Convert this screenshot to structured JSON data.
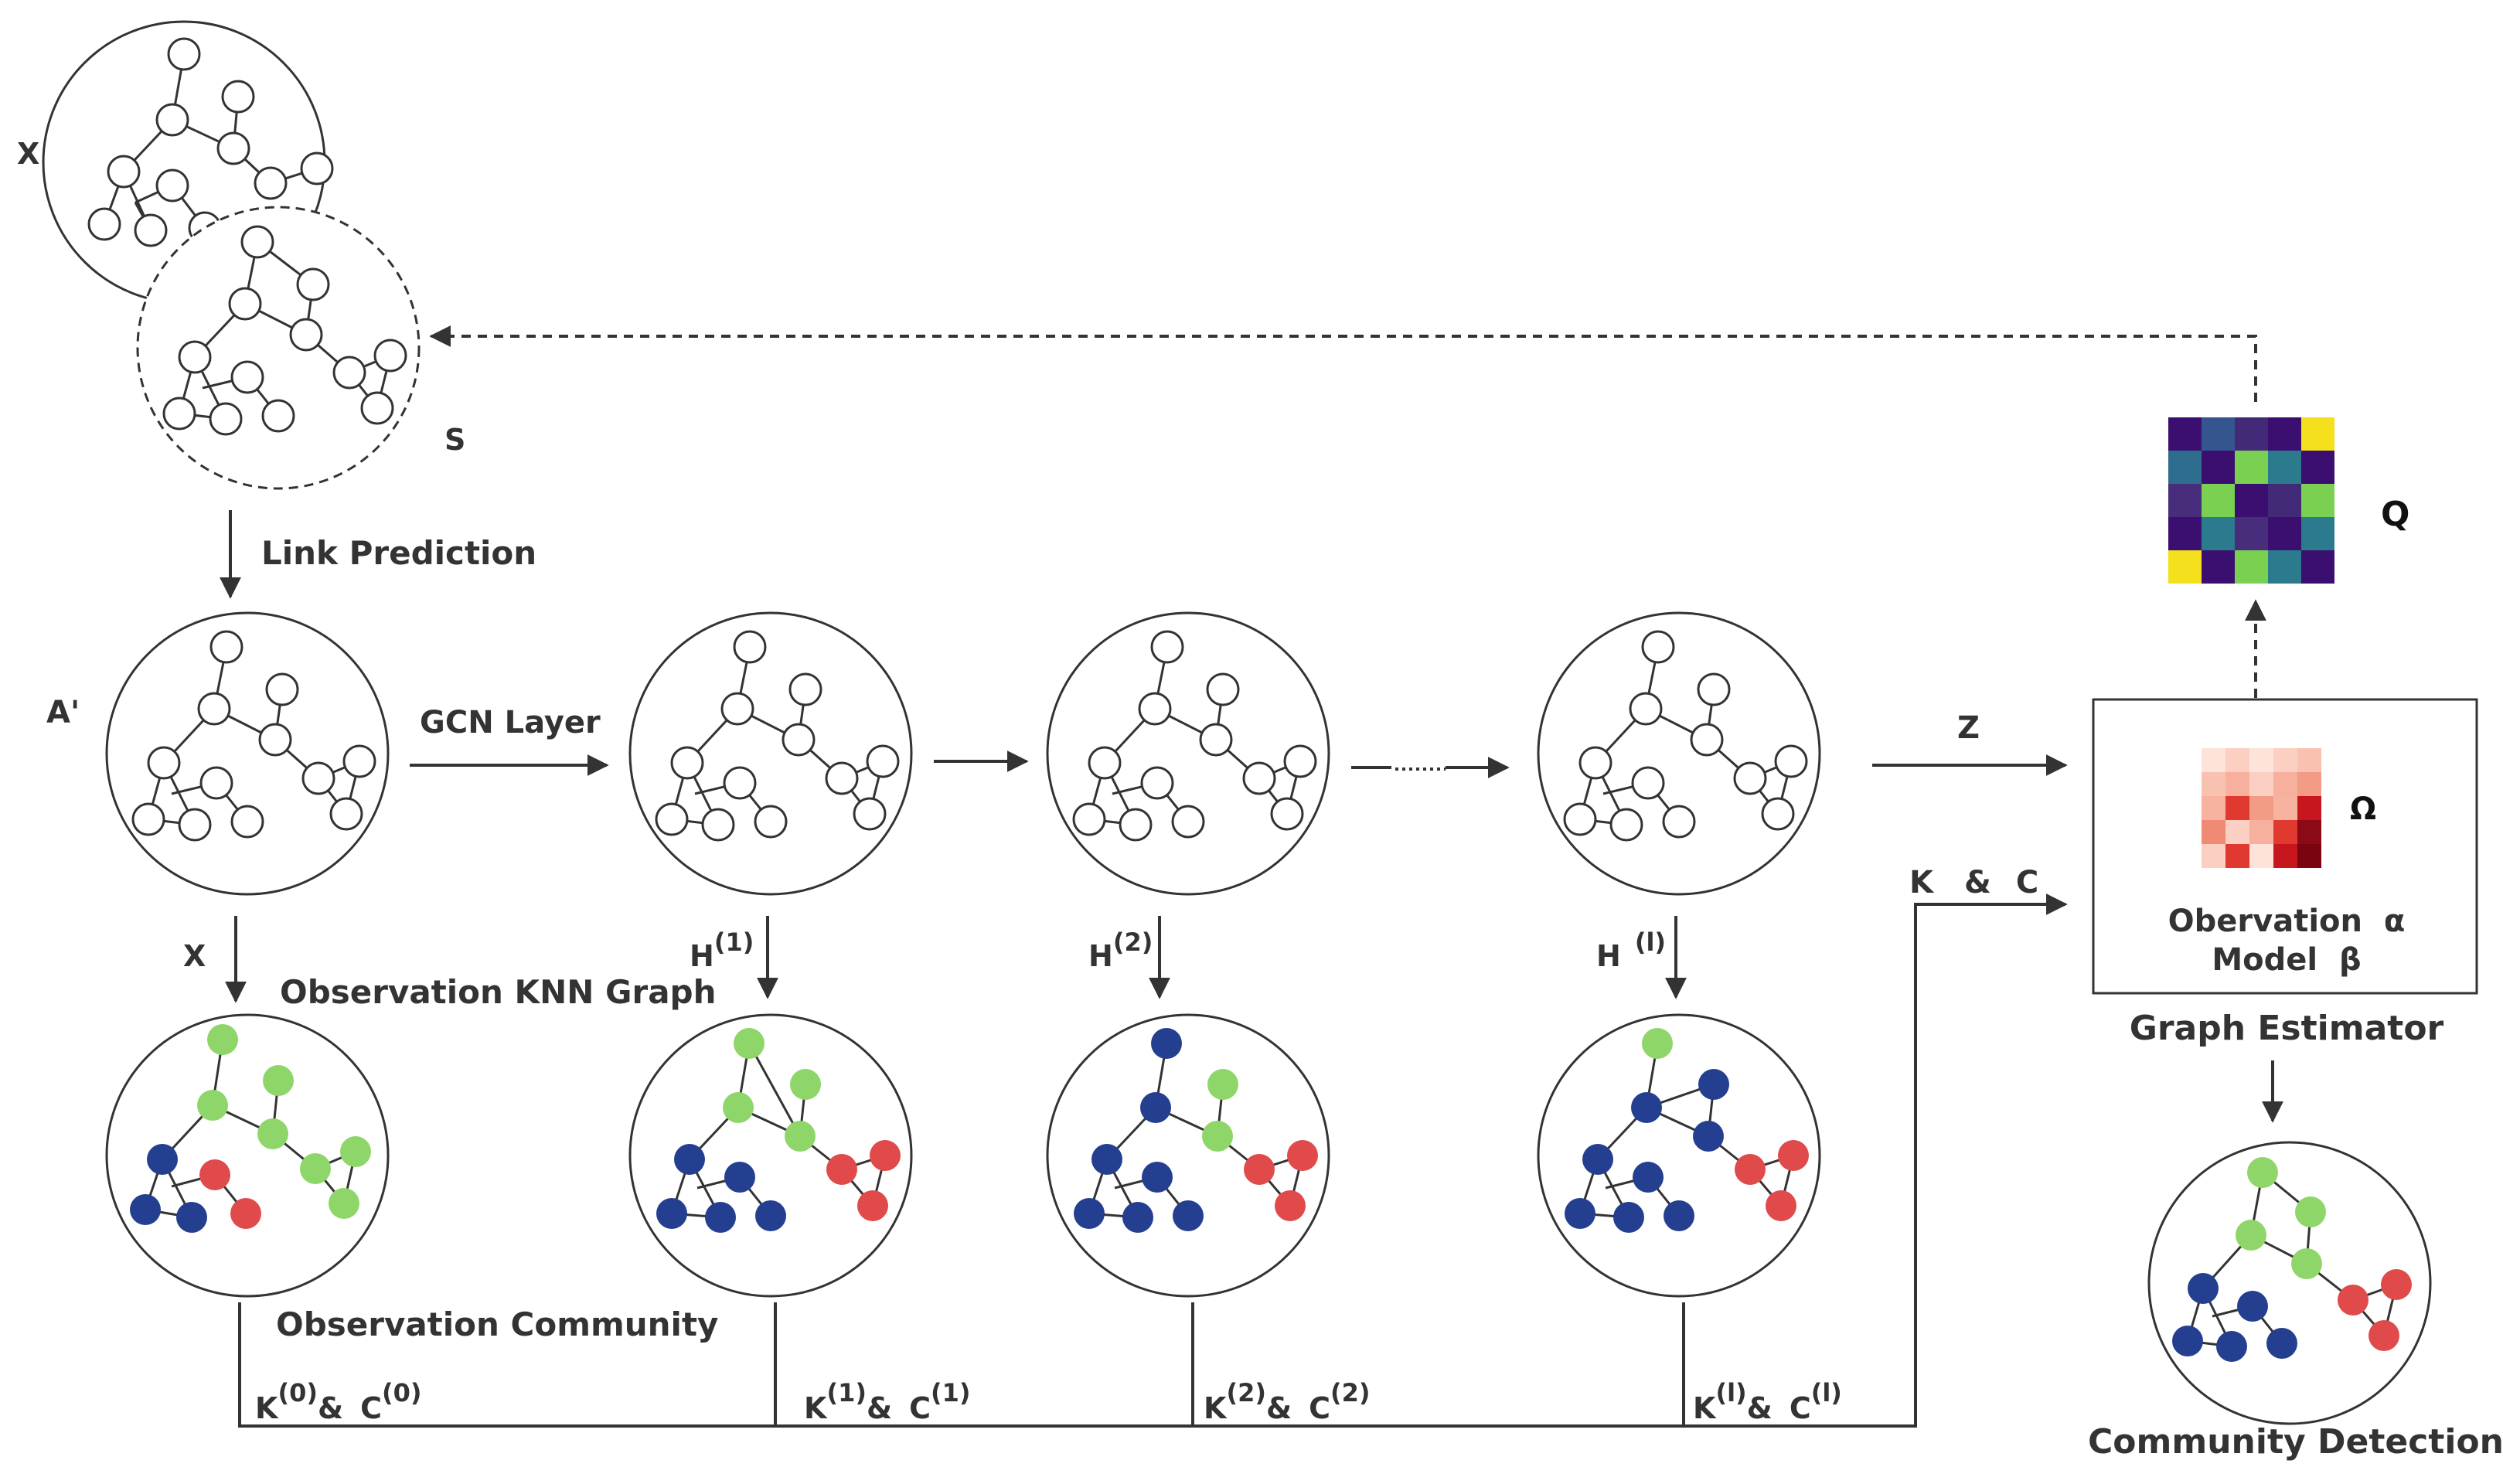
{
  "labels": {
    "x_top": "X",
    "s": "S",
    "link_prediction": "Link Prediction",
    "a_prime": "A'",
    "gcn_layer": "GCN Layer",
    "z": "Z",
    "q": "Q",
    "omega": "Ω",
    "obs_alpha": "Obervation  α",
    "model_beta": "Model  β",
    "graph_estimator": "Graph Estimator",
    "community_detection": "Community Detection",
    "observation_knn_graph": "Observation KNN Graph",
    "observation_community": "Observation Community",
    "x_down": "X",
    "h1": "H",
    "h1_sup": "(1)",
    "h2": "H",
    "h2_sup": "(2)",
    "hl": "H",
    "hl_sup": "(l)",
    "kc0_k": "K",
    "kc0_ksup": "(0)",
    "kc0_amp": "&",
    "kc0_c": "C",
    "kc0_csup": "(0)",
    "kc1_k": "K",
    "kc1_ksup": "(1)",
    "kc1_amp": "&",
    "kc1_c": "C",
    "kc1_csup": "(1)",
    "kc2_k": "K",
    "kc2_ksup": "(2)",
    "kc2_amp": "&",
    "kc2_c": "C",
    "kc2_csup": "(2)",
    "kcl_k": "K",
    "kcl_ksup": "(l)",
    "kcl_amp": "&",
    "kcl_c": "C",
    "kcl_csup": "(l)",
    "kc_final_k": "K",
    "kc_final_amp": "&",
    "kc_final_c": "C"
  },
  "colors": {
    "line": "#333333",
    "node_blue": "#243f8f",
    "node_green": "#8fd66a",
    "node_red": "#e04a4a"
  },
  "q_matrix": [
    [
      "#3b0f70",
      "#34558f",
      "#422a78",
      "#3b0f70",
      "#f5e01d"
    ],
    [
      "#2f6d8e",
      "#3b0f70",
      "#7ad151",
      "#2b7a8e",
      "#3b0f70"
    ],
    [
      "#472d7b",
      "#7ad151",
      "#3b0f70",
      "#422a78",
      "#7ad151"
    ],
    [
      "#3b0f70",
      "#2b7a8e",
      "#472d7b",
      "#3b0f70",
      "#2b7a8e"
    ],
    [
      "#f5e01d",
      "#3b0f70",
      "#7ad151",
      "#2b7a8e",
      "#3b0f70"
    ]
  ],
  "omega_matrix": [
    [
      "#fde3da",
      "#fbd0c2",
      "#fde3da",
      "#fbd0c2",
      "#f9c1b0"
    ],
    [
      "#f9c1b0",
      "#f6b09d",
      "#fbd0c2",
      "#f6b09d",
      "#f29b85"
    ],
    [
      "#f7b3a0",
      "#e03a30",
      "#f29b85",
      "#f7b3a0",
      "#c8161e"
    ],
    [
      "#f08a75",
      "#fbd0c2",
      "#f6b09d",
      "#e03a30",
      "#8b0a15"
    ],
    [
      "#fbd0c2",
      "#e03a30",
      "#fde3da",
      "#c8161e",
      "#7a0510"
    ]
  ]
}
